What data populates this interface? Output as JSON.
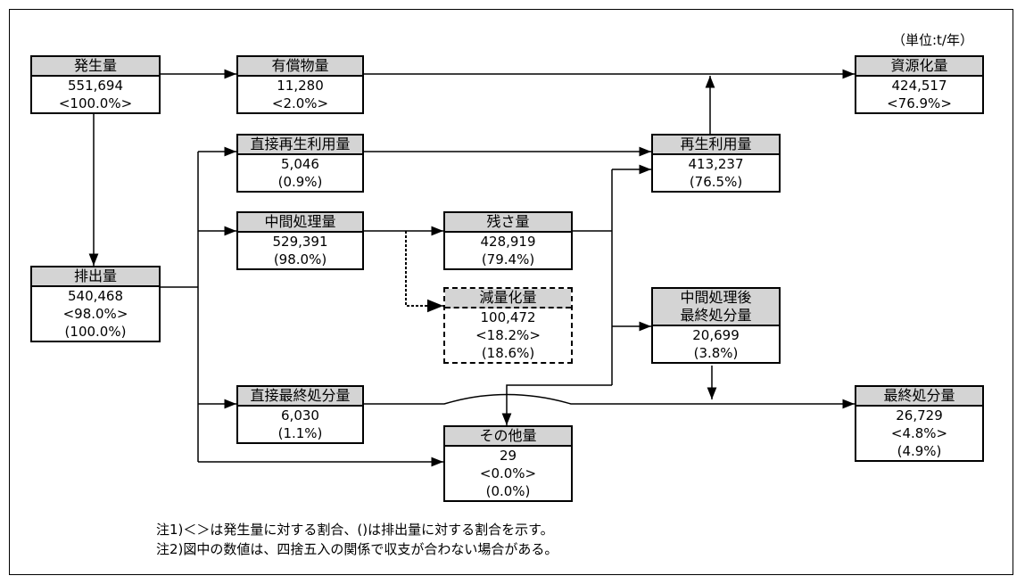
{
  "unit": "（単位:t/年）",
  "nodes": {
    "hassei": {
      "title": "発生量",
      "lines": [
        "551,694",
        "<100.0%>"
      ]
    },
    "yusho": {
      "title": "有償物量",
      "lines": [
        "11,280",
        "<2.0%>"
      ]
    },
    "shigen": {
      "title": "資源化量",
      "lines": [
        "424,517",
        "<76.9%>"
      ]
    },
    "chokusai": {
      "title": "直接再生利用量",
      "lines": [
        "5,046",
        "(0.9%)"
      ]
    },
    "saisei": {
      "title": "再生利用量",
      "lines": [
        "413,237",
        "(76.5%)"
      ]
    },
    "chukan": {
      "title": "中間処理量",
      "lines": [
        "529,391",
        "(98.0%)"
      ]
    },
    "zansa": {
      "title": "残さ量",
      "lines": [
        "428,919",
        "(79.4%)"
      ]
    },
    "haishutsu": {
      "title": "排出量",
      "lines": [
        "540,468",
        "<98.0%>",
        "(100.0%)"
      ]
    },
    "genryo": {
      "title": "減量化量",
      "lines": [
        "100,472",
        "<18.2%>",
        "(18.6%)"
      ]
    },
    "chukango": {
      "title": [
        "中間処理後",
        "最終処分量"
      ],
      "lines": [
        "20,699",
        "(3.8%)"
      ]
    },
    "chokusaishu": {
      "title": "直接最終処分量",
      "lines": [
        "6,030",
        "(1.1%)"
      ]
    },
    "saishu": {
      "title": "最終処分量",
      "lines": [
        "26,729",
        "<4.8%>",
        "(4.9%)"
      ]
    },
    "sonota": {
      "title": "その他量",
      "lines": [
        "29",
        "<0.0%>",
        "(0.0%)"
      ]
    }
  },
  "notes": [
    "注1)＜＞は発生量に対する割合、()は排出量に対する割合を示す。",
    "注2)図中の数値は、四捨五入の関係で収支が合わない場合がある。"
  ]
}
